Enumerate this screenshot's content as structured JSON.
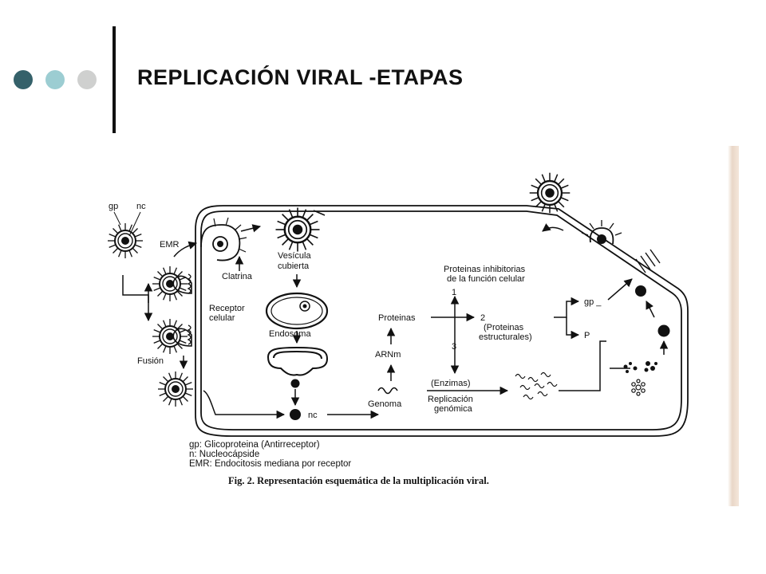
{
  "slide": {
    "title": "REPLICACIÓN VIRAL -ETAPAS"
  },
  "diagram": {
    "labels": {
      "gp": "gp",
      "nc_top": "nc",
      "emr": "EMR",
      "clatrina": "Clatrina",
      "vesicula_1": "Vesícula",
      "vesicula_2": "cubierta",
      "receptor_1": "Receptor",
      "receptor_2": "celular",
      "endosoma": "Endosoma",
      "fusion": "Fusión",
      "nc_bottom": "nc",
      "genoma": "Genoma",
      "arnm": "ARNm",
      "proteinas": "Proteinas",
      "prot_inhib_1": "Proteinas inhibitorias",
      "prot_inhib_2": "de la función celular",
      "num1": "1",
      "num2": "2",
      "num3": "3",
      "prot_estr_1": "(Proteinas",
      "prot_estr_2": "estructurales)",
      "enzimas": "(Enzimas)",
      "replicacion_1": "Replicación",
      "replicacion_2": "genómica",
      "gp_right": "gp _",
      "p_right": "P"
    },
    "legend": [
      "gp: Glicoproteina (Antirreceptor)",
      "n: Nucleocápside",
      "EMR: Endocitosis mediana por receptor"
    ],
    "caption": "Fig. 2. Representación esquemática de la multiplicación viral."
  }
}
